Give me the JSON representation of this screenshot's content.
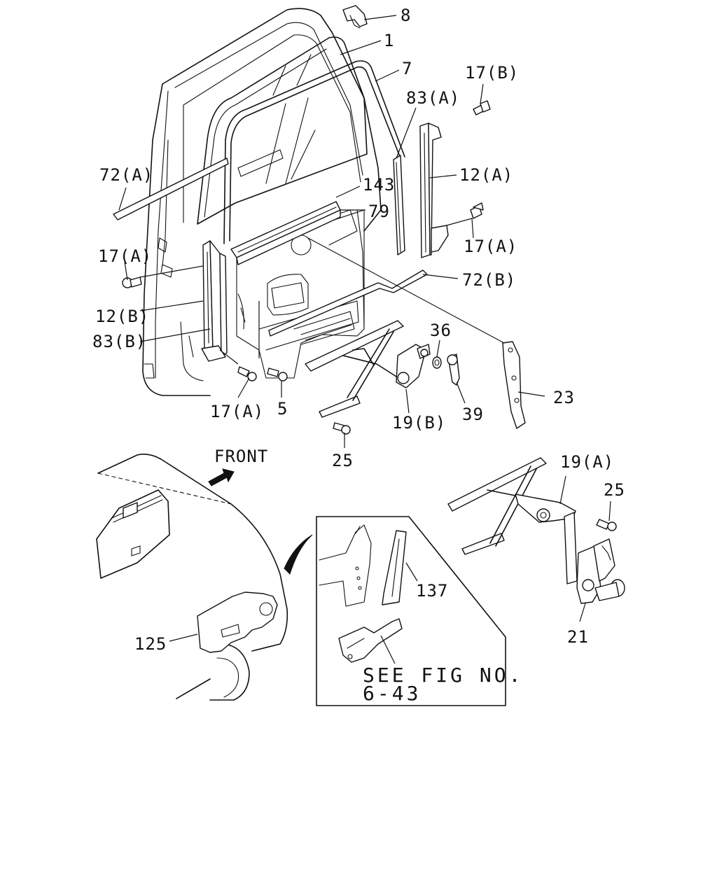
{
  "labels": {
    "p8": "8",
    "p1": "1",
    "p7": "7",
    "p17b": "17(B)",
    "p83a": "83(A)",
    "p12a": "12(A)",
    "p72a": "72(A)",
    "p143": "143",
    "p79": "79",
    "p17a_right": "17(A)",
    "p17a_left": "17(A)",
    "p72b": "72(B)",
    "p12b": "12(B)",
    "p83b": "83(B)",
    "p36": "36",
    "p23": "23",
    "p39": "39",
    "p19b": "19(B)",
    "p17a_bottom": "17(A)",
    "p5": "5",
    "p25_left": "25",
    "p19a": "19(A)",
    "p25_right": "25",
    "p137": "137",
    "p21": "21",
    "p125": "125"
  },
  "front_label": "FRONT",
  "see_fig": {
    "line1": "SEE FIG NO.",
    "line2": "6-43"
  }
}
